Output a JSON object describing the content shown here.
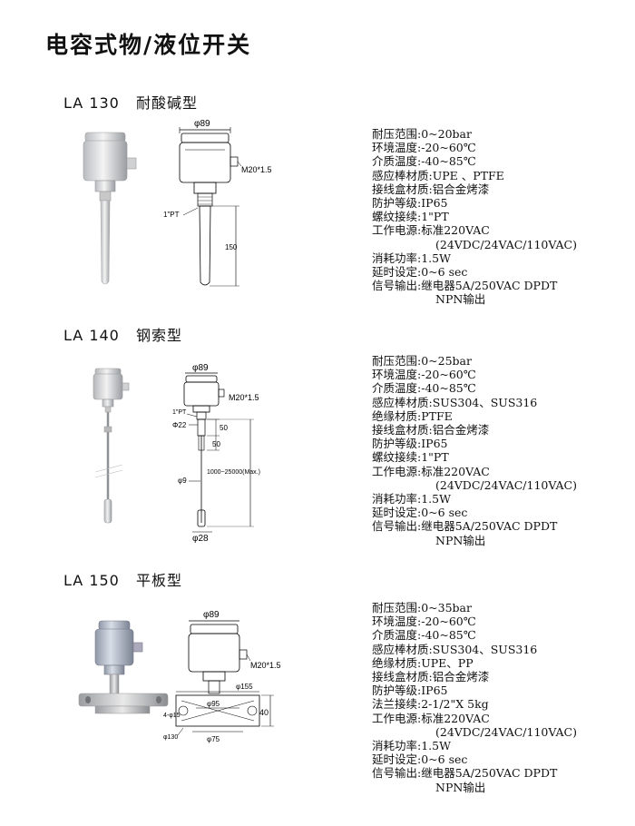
{
  "page": {
    "title": "电容式物/液位开关"
  },
  "sections": [
    {
      "code": "LA 130",
      "name": "耐酸碱型",
      "drawing": {
        "dia": "φ89",
        "thread": "M20*1.5",
        "pt": "1\"PT",
        "length": "150"
      },
      "specs": [
        {
          "label": "耐压范围:",
          "value": "0~20bar"
        },
        {
          "label": "环境温度:",
          "value": "-20~60℃"
        },
        {
          "label": "介质温度:",
          "value": "-40~85℃"
        },
        {
          "label": "感应棒材质:",
          "value": "UPE 、PTFE"
        },
        {
          "label": "接线盒材质:",
          "value": "铝合金烤漆"
        },
        {
          "label": "防护等级:",
          "value": "IP65"
        },
        {
          "label": "螺纹接续:",
          "value": "1\"PT"
        },
        {
          "label": "工作电源:",
          "value": "标准220VAC"
        },
        {
          "label": "",
          "value": "(24VDC/24VAC/110VAC)"
        },
        {
          "label": "消耗功率:",
          "value": "1.5W"
        },
        {
          "label": "延时设定:",
          "value": "0~6 sec"
        },
        {
          "label": "信号输出:",
          "value": "继电器5A/250VAC DPDT"
        },
        {
          "label": "",
          "value": "NPN输出"
        }
      ]
    },
    {
      "code": "LA 140",
      "name": "钢索型",
      "drawing": {
        "dia": "φ89",
        "thread": "M20*1.5",
        "pt": "1\"PT",
        "phi22": "Φ22",
        "d50a": "50",
        "d50b": "50",
        "phi9": "φ9",
        "range": "1000~25000(Max.)",
        "phi28": "φ28"
      },
      "specs": [
        {
          "label": "耐压范围:",
          "value": "0~25bar"
        },
        {
          "label": "环境温度:",
          "value": "-20~60℃"
        },
        {
          "label": "介质温度:",
          "value": "-40~85℃"
        },
        {
          "label": "感应棒材质:",
          "value": "SUS304、SUS316"
        },
        {
          "label": "绝缘材质:",
          "value": "PTFE"
        },
        {
          "label": "接线盒材质:",
          "value": "铝合金烤漆"
        },
        {
          "label": "防护等级:",
          "value": "IP65"
        },
        {
          "label": "螺纹接续:",
          "value": "1\"PT"
        },
        {
          "label": "工作电源:",
          "value": "标准220VAC"
        },
        {
          "label": "",
          "value": "(24VDC/24VAC/110VAC)"
        },
        {
          "label": "消耗功率:",
          "value": "1.5W"
        },
        {
          "label": "延时设定:",
          "value": "0~6 sec"
        },
        {
          "label": "信号输出:",
          "value": "继电器5A/250VAC DPDT"
        },
        {
          "label": "",
          "value": "NPN输出"
        }
      ]
    },
    {
      "code": "LA 150",
      "name": "平板型",
      "drawing": {
        "dia": "φ89",
        "thread": "M20*1.5",
        "phi155": "φ155",
        "holes": "4-φ15",
        "phi95": "φ95",
        "h40": "40",
        "phi130": "φ130",
        "phi75": "φ75"
      },
      "specs": [
        {
          "label": "耐压范围:",
          "value": "0~35bar"
        },
        {
          "label": "环境温度:",
          "value": "-20~60℃"
        },
        {
          "label": "介质温度:",
          "value": "-40~85℃"
        },
        {
          "label": "感应棒材质:",
          "value": "SUS304、SUS316"
        },
        {
          "label": "绝缘材质:",
          "value": "UPE、PP"
        },
        {
          "label": "接线盒材质:",
          "value": "铝合金烤漆"
        },
        {
          "label": "防护等级:",
          "value": "IP65"
        },
        {
          "label": "法兰接续:",
          "value": "2-1/2\"X 5kg"
        },
        {
          "label": "工作电源:",
          "value": "标准220VAC"
        },
        {
          "label": "",
          "value": "(24VDC/24VAC/110VAC)"
        },
        {
          "label": "消耗功率:",
          "value": "1.5W"
        },
        {
          "label": "延时设定:",
          "value": "0~6 sec"
        },
        {
          "label": "信号输出:",
          "value": "继电器5A/250VAC DPDT"
        },
        {
          "label": "",
          "value": "NPN输出"
        }
      ]
    }
  ]
}
